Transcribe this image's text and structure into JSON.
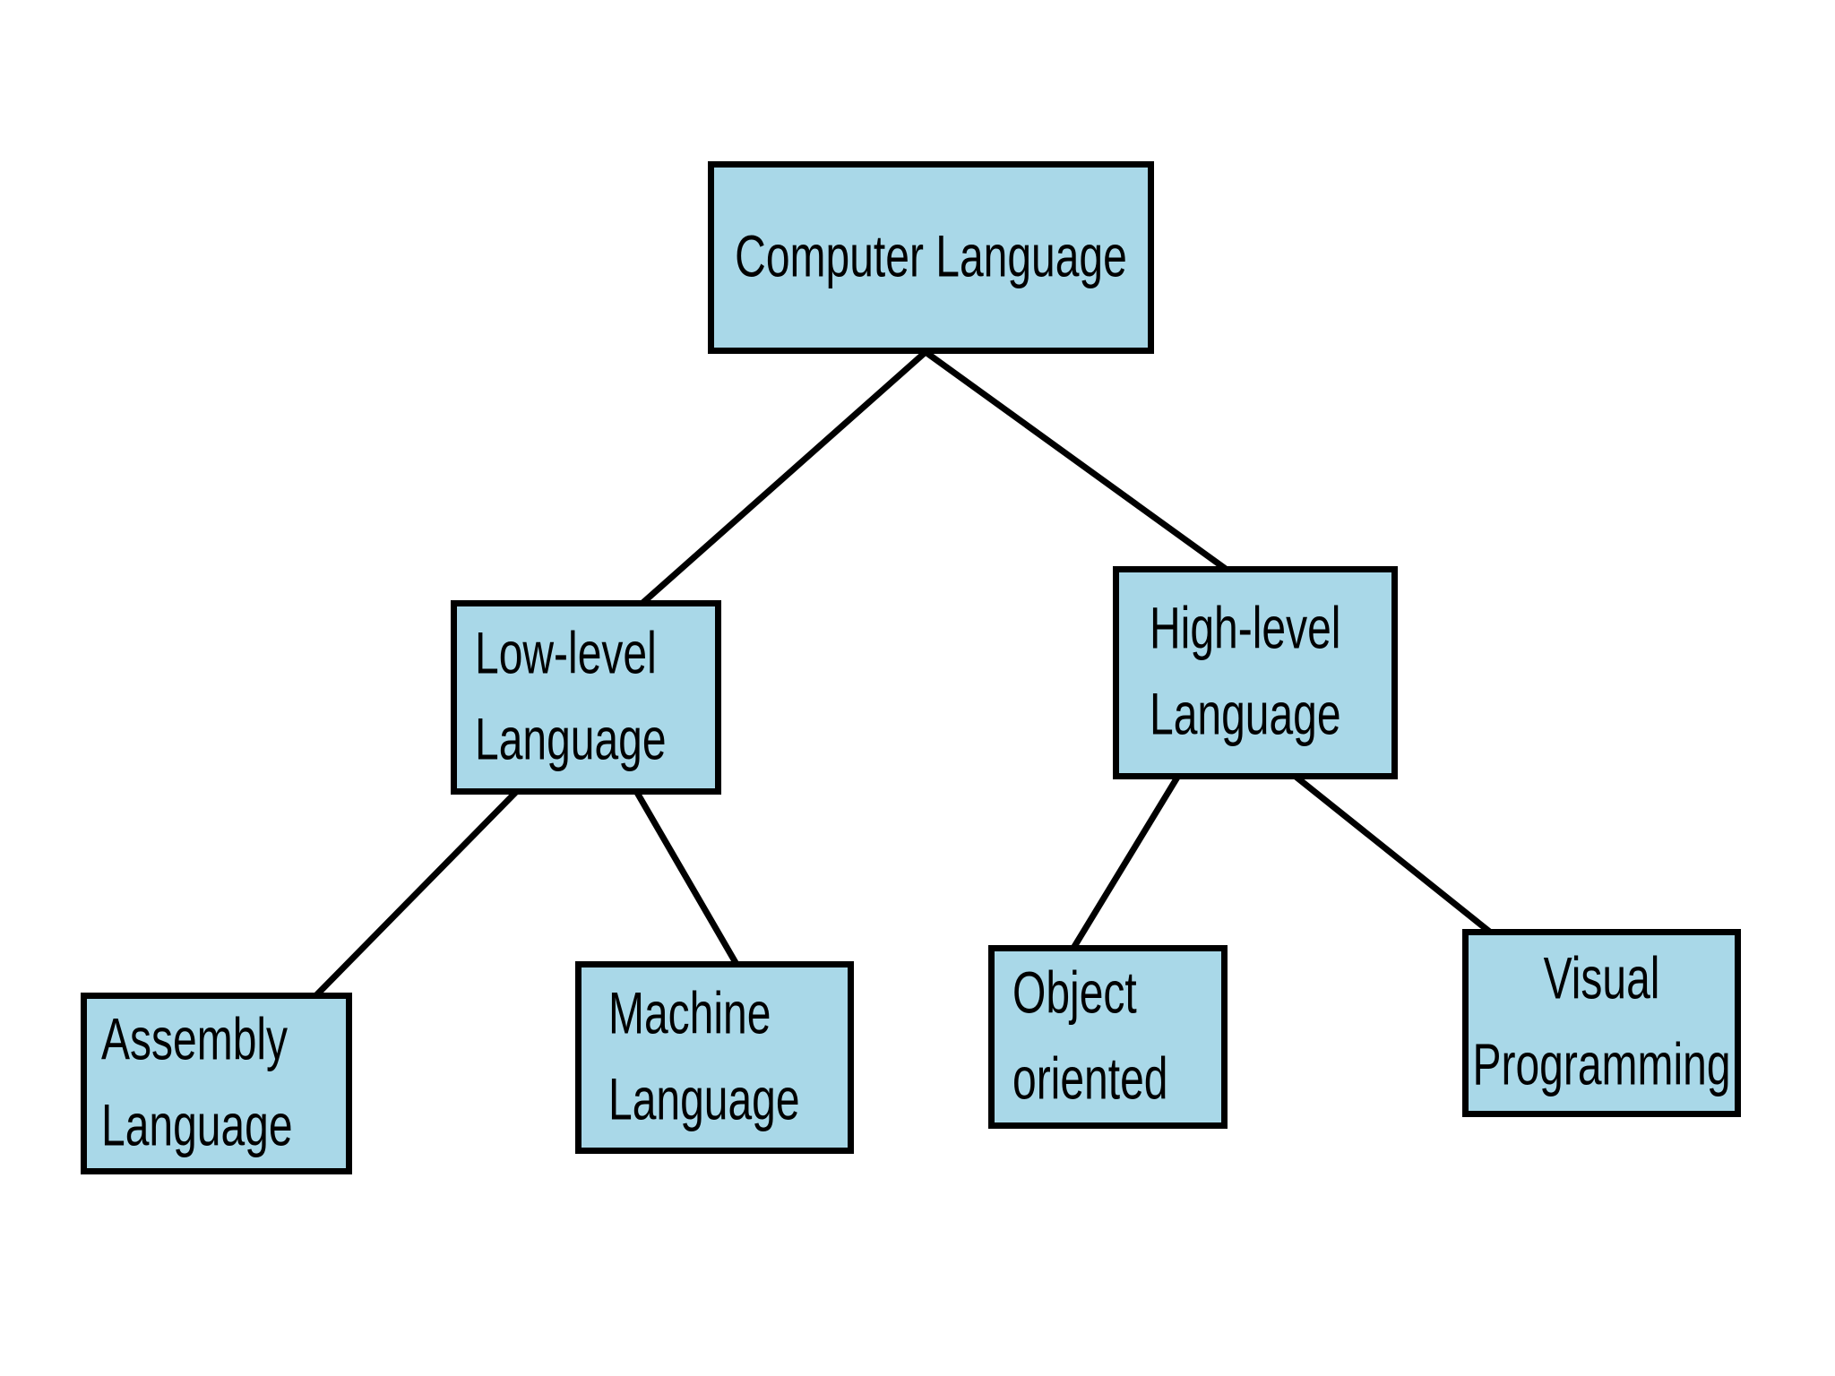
{
  "colors": {
    "background": "#ffffff",
    "node_fill": "#a9d8e8",
    "node_border": "#000000",
    "edge": "#000000",
    "text": "#000000"
  },
  "nodes": {
    "computer": {
      "label": "Computer Language"
    },
    "low": {
      "label": "Low-level\nLanguage"
    },
    "high": {
      "label": "High-level\nLanguage"
    },
    "assembly": {
      "label": "Assembly\nLanguage"
    },
    "machine": {
      "label": "Machine\nLanguage"
    },
    "object": {
      "label": "Object\noriented"
    },
    "visual": {
      "label": "Visual\nProgramming"
    }
  },
  "edges": [
    {
      "from": "Computer Language",
      "to": "Low-level Language"
    },
    {
      "from": "Computer Language",
      "to": "High-level Language"
    },
    {
      "from": "Low-level Language",
      "to": "Assembly Language"
    },
    {
      "from": "Low-level Language",
      "to": "Machine Language"
    },
    {
      "from": "High-level Language",
      "to": "Object oriented"
    },
    {
      "from": "High-level Language",
      "to": "Visual Programming"
    }
  ]
}
